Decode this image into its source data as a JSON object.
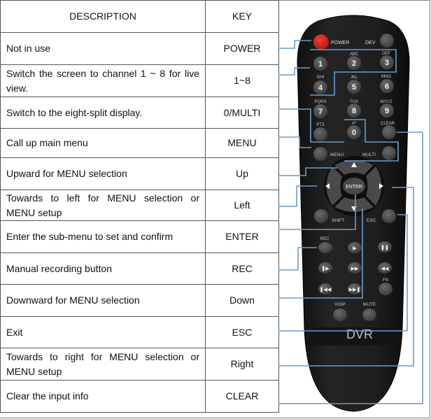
{
  "table": {
    "headers": {
      "description": "DESCRIPTION",
      "key": "KEY"
    },
    "rows": [
      {
        "description": "Not in use",
        "key": "POWER",
        "height": 46
      },
      {
        "description": "Switch the screen to channel 1 ~ 8 for live view.",
        "key": "1~8",
        "height": 46
      },
      {
        "description": "Switch to the eight-split display.",
        "key": "0/MULTI",
        "height": 45
      },
      {
        "description": "Call up main menu",
        "key": "MENU",
        "height": 42
      },
      {
        "description": "Upward for MENU selection",
        "key": "Up",
        "height": 46
      },
      {
        "description": "Towards to left for MENU selection or MENU setup",
        "key": "Left",
        "height": 44
      },
      {
        "description": "Enter the sub-menu to set and confirm",
        "key": "ENTER",
        "height": 46
      },
      {
        "description": "Manual recording button",
        "key": "REC",
        "height": 45
      },
      {
        "description": "Downward for MENU selection",
        "key": "Down",
        "height": 46
      },
      {
        "description": "Exit",
        "key": "ESC",
        "height": 45
      },
      {
        "description": "Towards to right for MENU selection or MENU setup",
        "key": "Right",
        "height": 46
      },
      {
        "description": "Clear the input info",
        "key": "CLEAR",
        "height": 46
      }
    ]
  },
  "remote": {
    "brand": "DVR",
    "labels": {
      "power": "POWER",
      "dev": "DEV",
      "abc": "ABC",
      "def": "DEF",
      "ghi": "GHI",
      "jkl": "JKL",
      "mno": "MNO",
      "pqrs": "PQRS",
      "tuv": "TUV",
      "wxyz": "WXYZ",
      "ptz": "PTZ",
      "hash": "#*",
      "clear": "CLEAR",
      "menu": "MENU",
      "multi": "MULTI",
      "enter": "ENTER",
      "shift": "SHIFT",
      "esc": "ESC",
      "rec": "REC",
      "fn": "FN",
      "voip": "VOIP",
      "mute": "MUTE"
    },
    "digits": [
      "1",
      "2",
      "3",
      "4",
      "5",
      "6",
      "7",
      "8",
      "9",
      "0"
    ],
    "colors": {
      "body": "#1c1c1c",
      "button": "#4a4a4a",
      "power": "#d8261c",
      "callout": "#6a9ccc"
    }
  }
}
